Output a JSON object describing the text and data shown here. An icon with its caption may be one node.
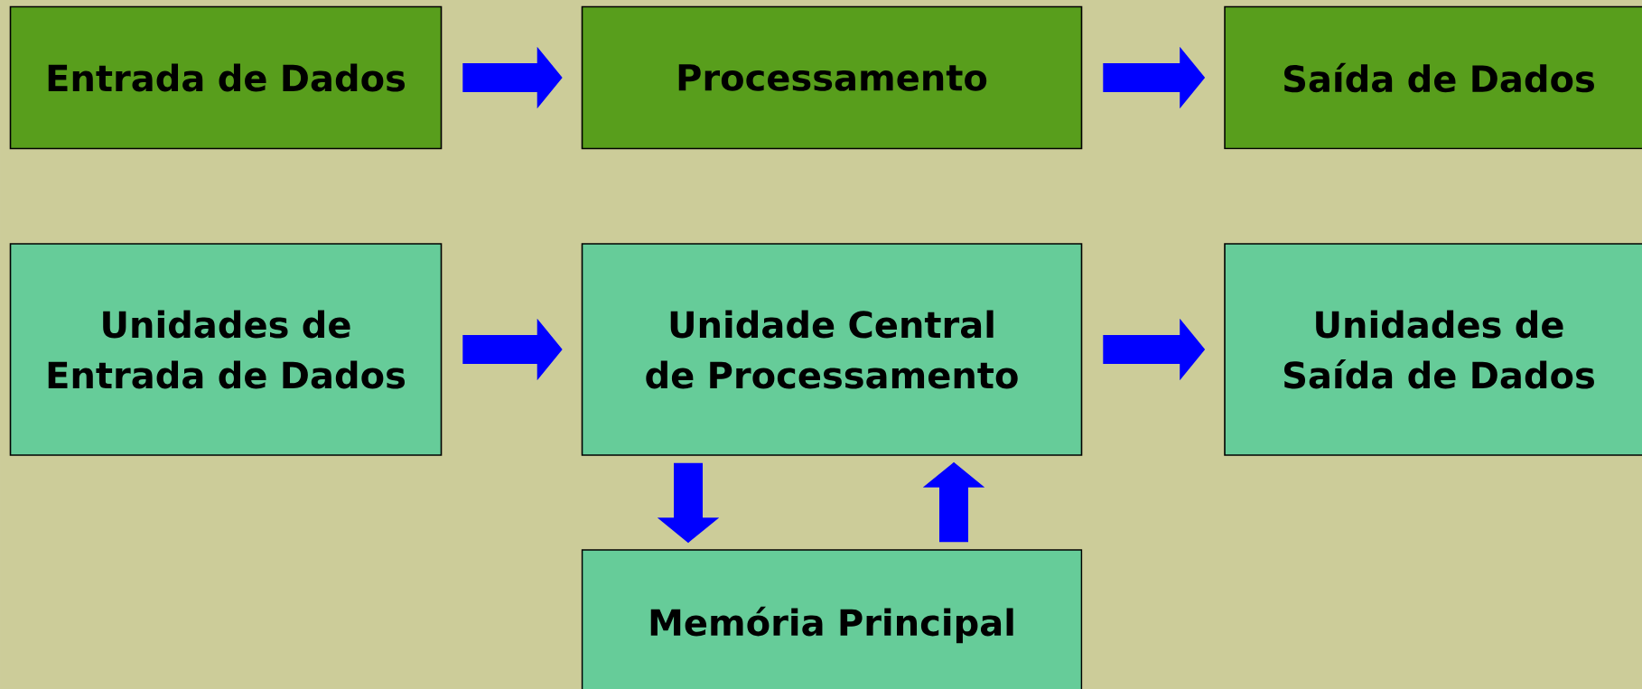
{
  "diagram": {
    "nodes": [
      {
        "text": [
          "Entrada de Dados"
        ]
      },
      {
        "text": [
          "Processamento"
        ]
      },
      {
        "text": [
          "Saída de Dados"
        ]
      },
      {
        "text": [
          "Unidades de Entrada de Dados"
        ]
      },
      {
        "text": [
          "Unidade Central de Processamento"
        ]
      },
      {
        "text": [
          "Unidades de Saída de Dados"
        ]
      },
      {
        "text": [
          "Memória Principal"
        ]
      }
    ],
    "edges": [
      {
        "from": 0,
        "to": 1,
        "arrow": "to"
      },
      {
        "from": 1,
        "to": 2,
        "arrow": "to"
      },
      {
        "from": 3,
        "to": 4,
        "arrow": "to"
      },
      {
        "from": 4,
        "to": 5,
        "arrow": "to"
      },
      {
        "from": 4,
        "to": 6,
        "arrow": "to"
      },
      {
        "from": 6,
        "to": 4,
        "arrow": "to"
      }
    ]
  }
}
